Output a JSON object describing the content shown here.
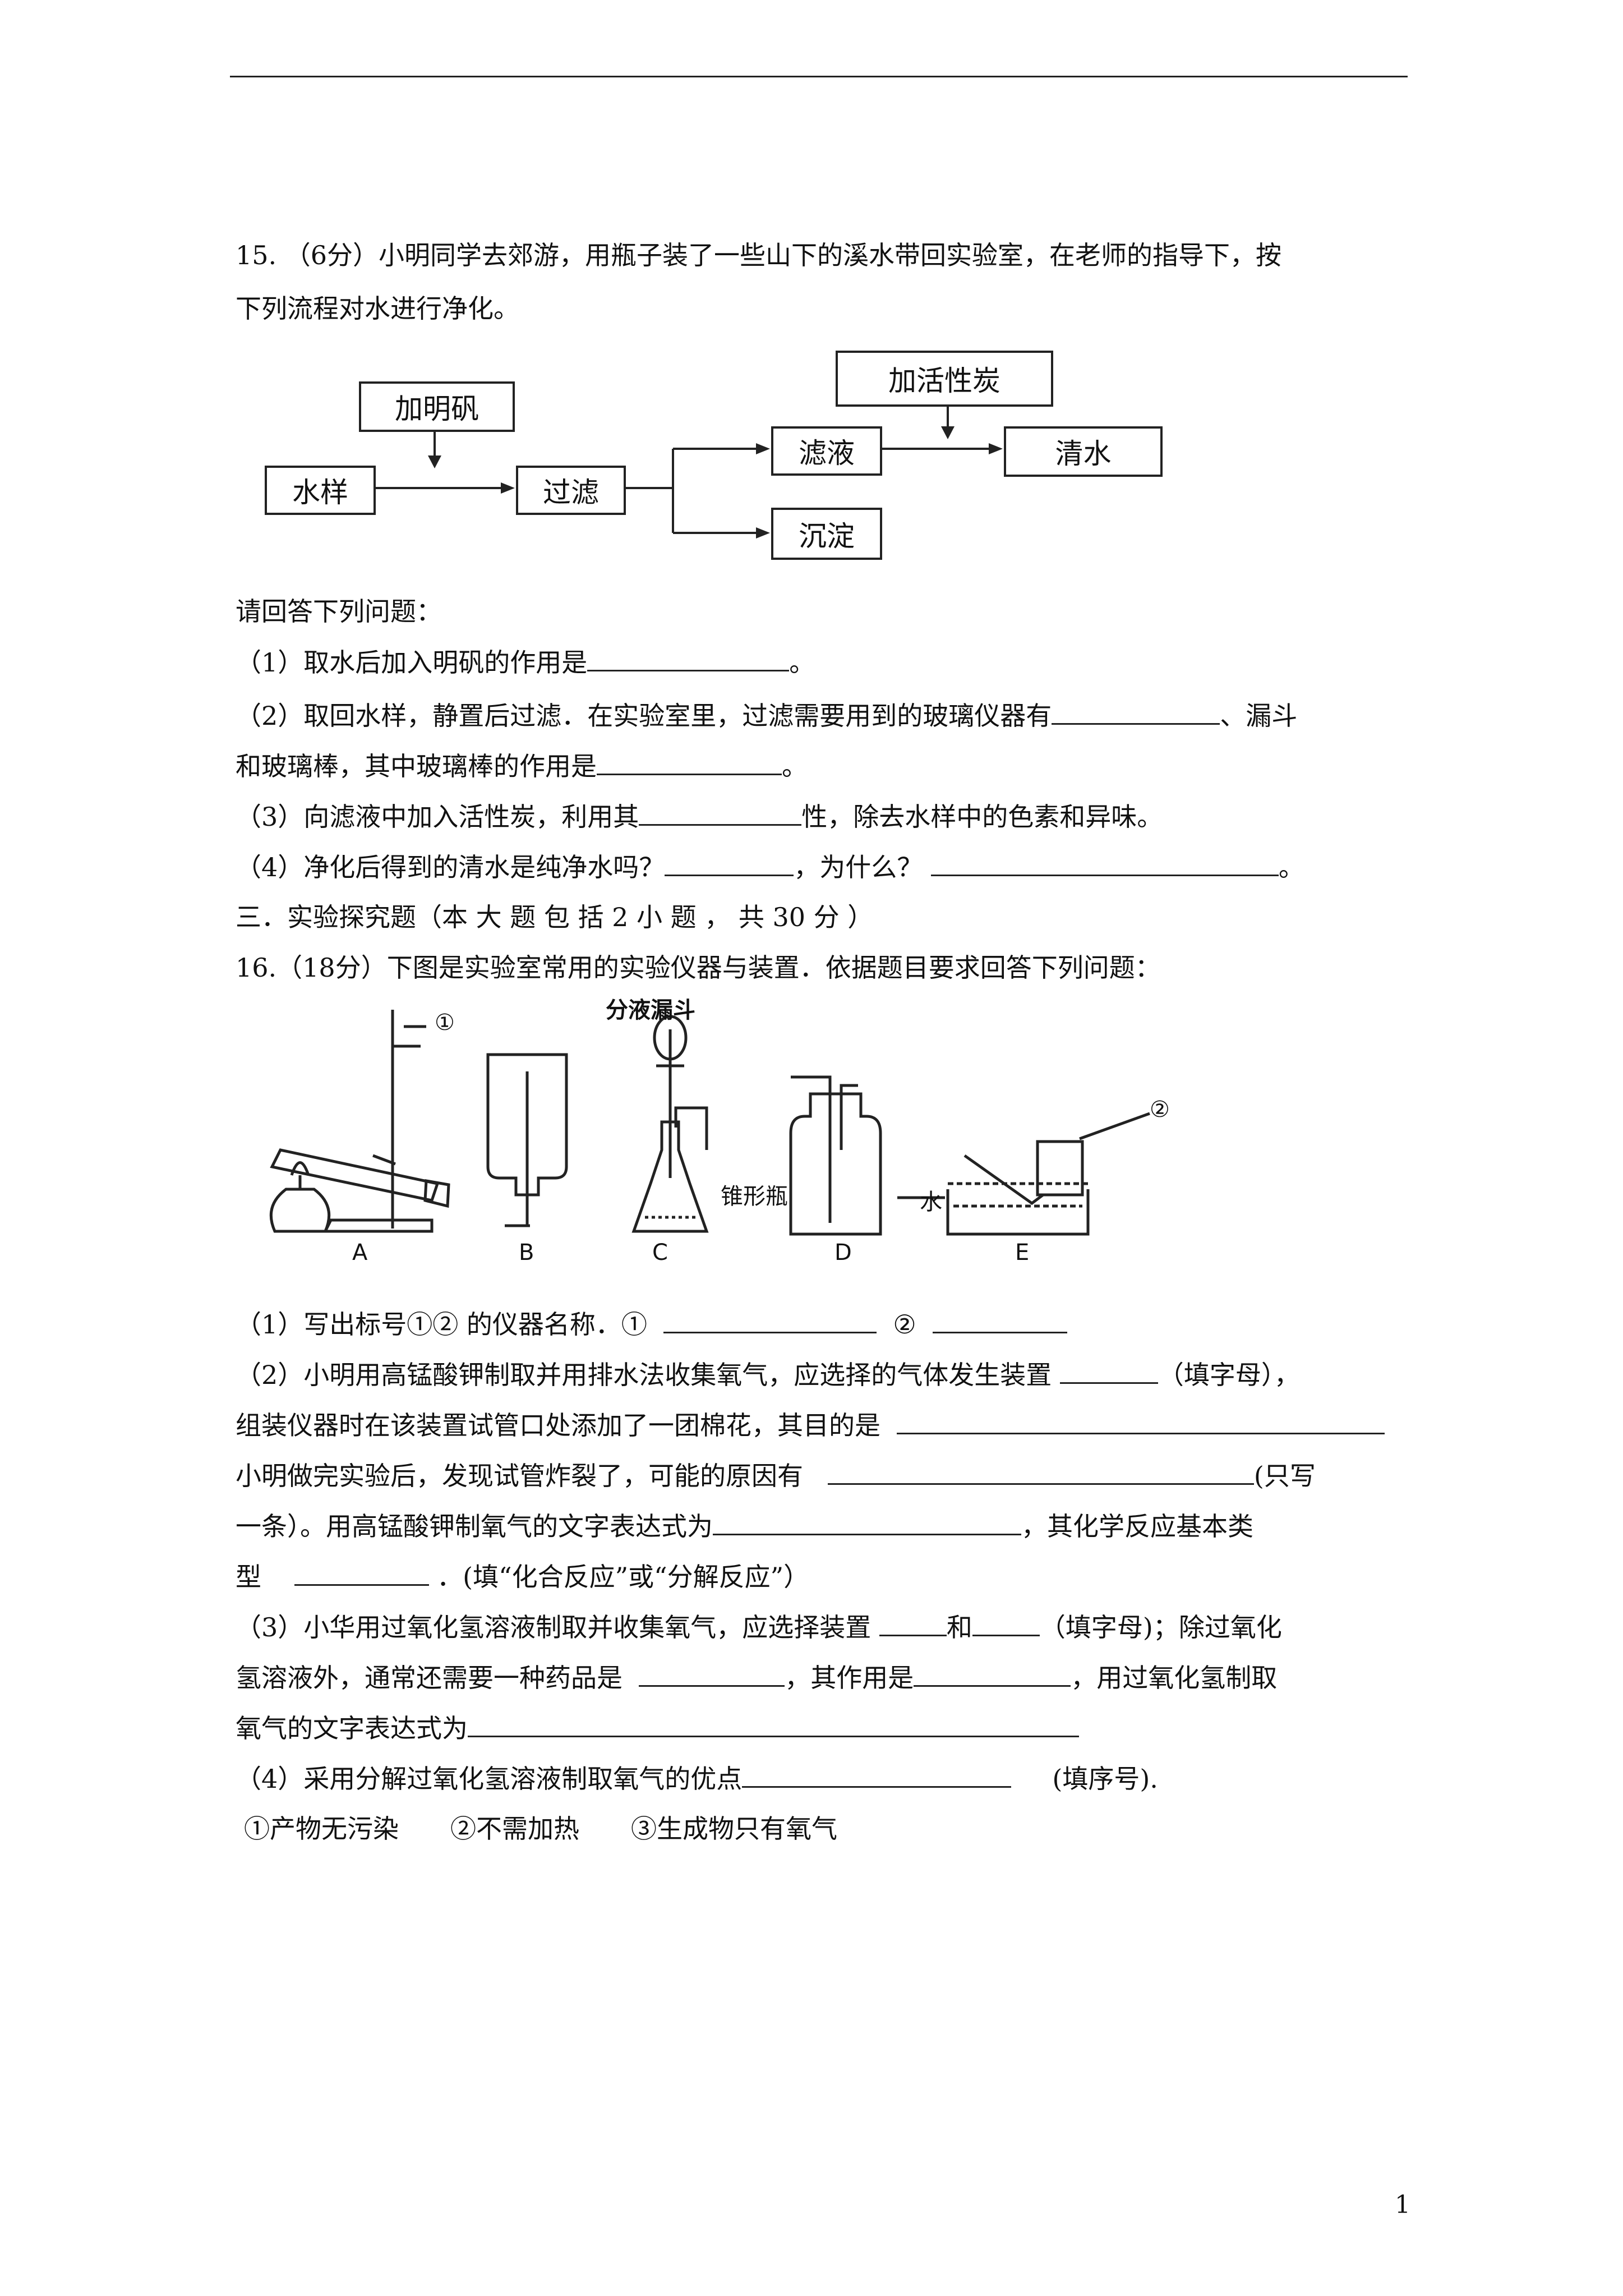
{
  "q15": {
    "line1": "15. （6分）小明同学去郊游，用瓶子装了一些山下的溪水带回实验室，在老师的指导下，按",
    "line2": "下列流程对水进行净化。",
    "flow": {
      "add_alum": "加明矾",
      "water_sample": "水样",
      "filter": "过滤",
      "filtrate": "滤液",
      "precipitate": "沉淀",
      "add_carbon": "加活性炭",
      "clean_water": "清水"
    },
    "prompt": "请回答下列问题：",
    "p1a": "（1）取水后加入明矾的作用是",
    "p1b": "。",
    "p2a": "（2）取回水样，静置后过滤．在实验室里，过滤需要用到的玻璃仪器有",
    "p2b": "、漏斗",
    "p2c": "和玻璃棒，其中玻璃棒的作用是",
    "p2d": "。",
    "p3a": "（3）向滤液中加入活性炭，利用其",
    "p3b": "性，除去水样中的色素和异味。",
    "p4a": "（4）净化后得到的清水是纯净水吗？",
    "p4b": "，为什么？",
    "p4c": "。"
  },
  "section3": "三．实验探究题（本 大 题 包 括 2 小 题 ， 共 30 分 ）",
  "q16": {
    "line1": "16.（18分）下图是实验室常用的实验仪器与装置．依据题目要求回答下列问题：",
    "apparatus": {
      "separatory_funnel": "分液漏斗",
      "conical_flask": "锥形瓶",
      "water": "水",
      "mark1": "①",
      "mark2": "②",
      "labels": [
        "A",
        "B",
        "C",
        "D",
        "E"
      ]
    },
    "p1a": "（1）写出标号①② 的仪器名称．①",
    "p1b": "②",
    "p2a": "（2）小明用高锰酸钾制取并用排水法收集氧气，应选择的气体发生装置",
    "p2b": "（填字母），",
    "p2c": "组装仪器时在该装置试管口处添加了一团棉花，其目的是",
    "p2d": "小明做完实验后，发现试管炸裂了，可能的原因有",
    "p2e": "(只写",
    "p2f": "一条）。用高锰酸钾制氧气的文字表达式为",
    "p2g": "，其化学反应基本类",
    "p2h": "型",
    "p2i": "．(填“化合反应”或“分解反应”）",
    "p3a": "（3）小华用过氧化氢溶液制取并收集氧气，应选择装置",
    "p3b": "和",
    "p3c": "（填字母)；除过氧化",
    "p3d": "氢溶液外，通常还需要一种药品是",
    "p3e": "，其作用是",
    "p3f": "，用过氧化氢制取",
    "p3g": "氧气的文字表达式为",
    "p4a": "（4）采用分解过氧化氢溶液制取氧气的优点",
    "p4b": "(填序号).",
    "options": "①产物无污染　　②不需加热　　③生成物只有氧气"
  },
  "page_number": "1"
}
